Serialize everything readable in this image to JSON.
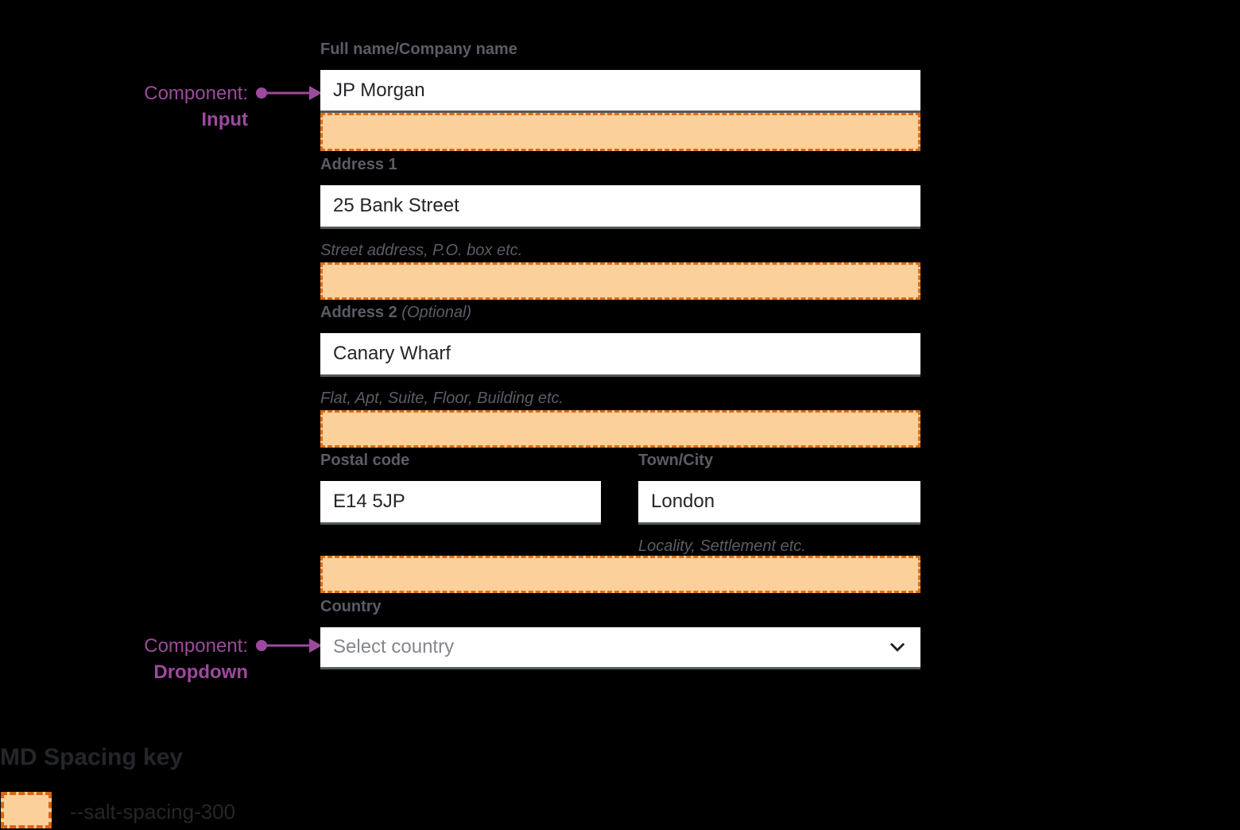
{
  "annotations": [
    {
      "prefix": "Component:",
      "name": "Input"
    },
    {
      "prefix": "Component:",
      "name": "Dropdown"
    }
  ],
  "form": {
    "full_name": {
      "label": "Full name/Company name",
      "value": "JP Morgan"
    },
    "address1": {
      "label": "Address 1",
      "value": "25 Bank Street",
      "helper": "Street address, P.O. box etc."
    },
    "address2": {
      "label": "Address 2",
      "label_suffix": "(Optional)",
      "value": "Canary Wharf",
      "helper": "Flat, Apt, Suite, Floor, Building etc."
    },
    "postal_code": {
      "label": "Postal code",
      "value": "E14 5JP"
    },
    "town_city": {
      "label": "Town/City",
      "value": "London",
      "helper": "Locality, Settlement etc."
    },
    "country": {
      "label": "Country",
      "placeholder": "Select country"
    }
  },
  "spacing_key": {
    "title": "MD Spacing key",
    "legend_label": "--salt-spacing-300"
  },
  "icons": {
    "dropdown_icon": "chevron-down"
  },
  "colors": {
    "background": "#000000",
    "spacing_fill": "#FBD09A",
    "spacing_border": "#E06A12",
    "annotation_purple": "#9C4A9D",
    "label_gray": "#5A5D66",
    "input_text": "#24262A",
    "placeholder_gray": "#84878E"
  }
}
